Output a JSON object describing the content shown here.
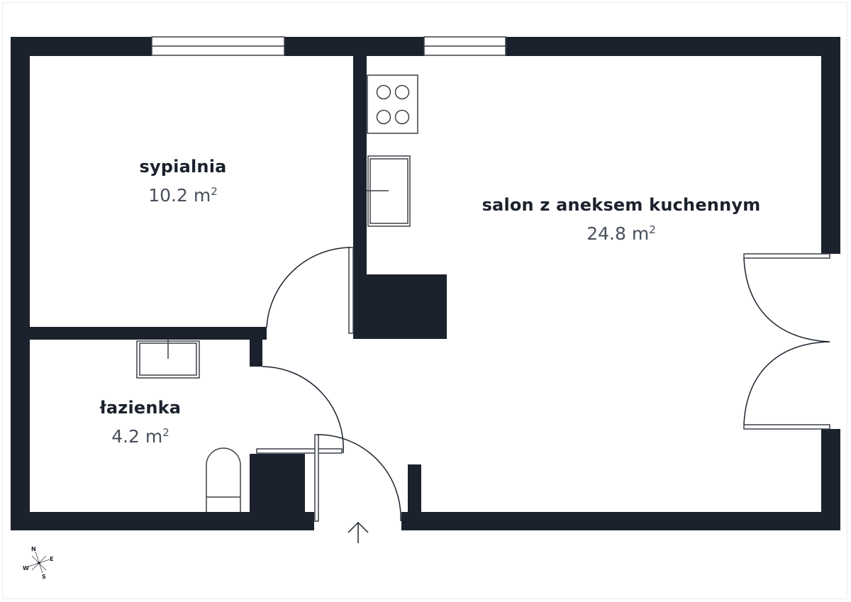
{
  "plan": {
    "wall_color": "#1b222d",
    "fixture_color": "#3c4049",
    "background": "#ffffff",
    "rooms": [
      {
        "id": "sypialnia",
        "name": "sypialnia",
        "area_value": "10.2 m",
        "area_unit_sup": "2"
      },
      {
        "id": "salon",
        "name": "salon z aneksem kuchennym",
        "area_value": "24.8 m",
        "area_unit_sup": "2"
      },
      {
        "id": "lazienka",
        "name": "łazienka",
        "area_value": "4.2 m",
        "area_unit_sup": "2"
      }
    ],
    "compass": {
      "n": "N",
      "e": "E",
      "s": "S",
      "w": "W"
    },
    "entrance_arrow": "entrance-arrow-up"
  }
}
